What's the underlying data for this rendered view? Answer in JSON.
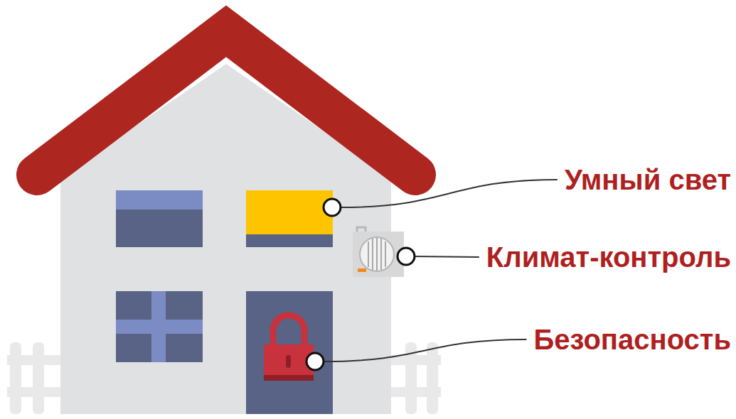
{
  "diagram": {
    "labels": [
      "Умный свет",
      "Климат-контроль",
      "Безопасность"
    ]
  }
}
